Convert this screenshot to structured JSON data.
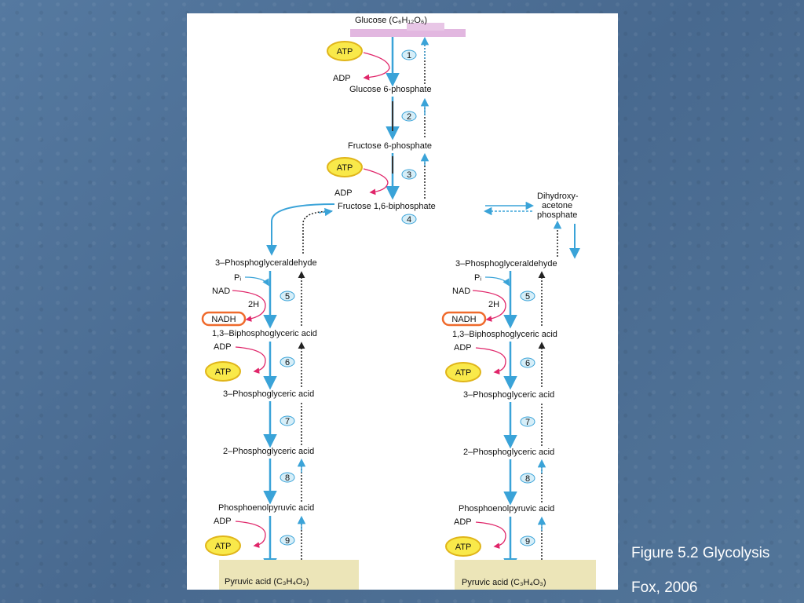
{
  "caption": {
    "title": "Figure 5.2 Glycolysis",
    "citation": "Fox, 2006"
  },
  "diagram": {
    "top": {
      "glucose": "Glucose (C₆H₁₂O₆)",
      "glucose6p": "Glucose 6-phosphate",
      "fructose6p": "Fructose 6-phosphate",
      "fructose16bp": "Fructose 1,6-biphosphate",
      "dhap": [
        "Dihydroxy-",
        "acetone",
        "phosphate"
      ],
      "atp": "ATP",
      "adp": "ADP"
    },
    "branch": {
      "g3p": "3–Phosphoglyceraldehyde",
      "bpg": "1,3–Biphosphoglyceric acid",
      "pg3": "3–Phosphoglyceric acid",
      "pg2": "2–Phosphoglyceric acid",
      "pep": "Phosphoenolpyruvic acid",
      "pyruvate": "Pyruvic acid (C₃H₄O₃)",
      "pi": "Pᵢ",
      "nad": "NAD",
      "twoh": "2H",
      "nadh": "NADH",
      "adp": "ADP",
      "atp": "ATP"
    },
    "steps": [
      "1",
      "2",
      "3",
      "4",
      "5",
      "6",
      "7",
      "8",
      "9"
    ],
    "colors": {
      "arrow": "#3aa3d8",
      "pink": "#e0266a",
      "atp_fill": "#f9e94a",
      "atp_stroke": "#e0b51a",
      "nadh_stroke": "#ef6a2c",
      "glucose_band": "#e2b7e0",
      "pyruvate_band": "#ece5b8"
    }
  }
}
